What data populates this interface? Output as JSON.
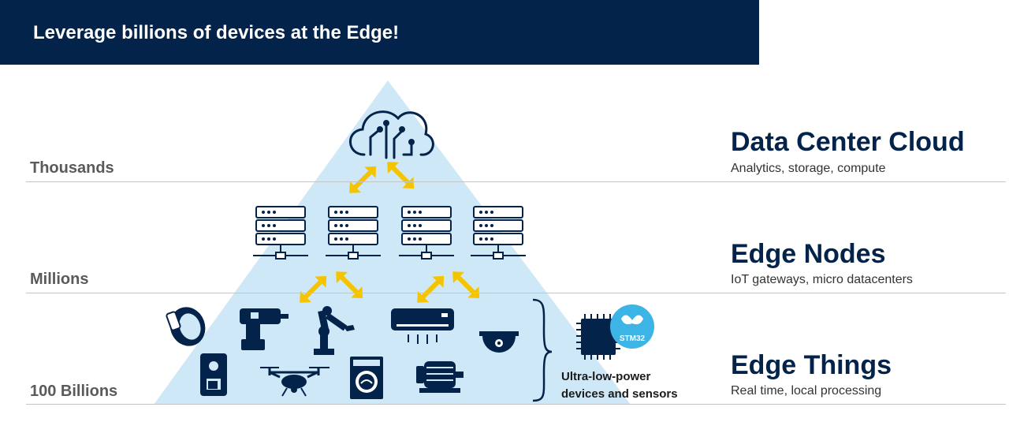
{
  "header": {
    "title": "Leverage billions of devices at the Edge!"
  },
  "tiers": [
    {
      "count_label": "Thousands",
      "title": "Data Center Cloud",
      "subtitle": "Analytics, storage, compute"
    },
    {
      "count_label": "Millions",
      "title": "Edge Nodes",
      "subtitle": "IoT gateways,  micro datacenters"
    },
    {
      "count_label": "100 Billions",
      "title": "Edge Things",
      "subtitle": "Real time, local processing"
    }
  ],
  "device_group": {
    "line1": "Ultra-low-power",
    "line2": "devices and sensors",
    "chip_badge": "STM32"
  },
  "colors": {
    "header_bg": "#03234b",
    "pyramid": "#cfe8f7",
    "arrow": "#f5c400",
    "icon": "#03234b",
    "badge": "#3cb4e5"
  },
  "icons": [
    "cloud-icon",
    "server-rack-icon",
    "smart-ring-icon",
    "power-drill-icon",
    "robot-arm-icon",
    "air-conditioner-icon",
    "security-camera-icon",
    "coffee-machine-icon",
    "drone-icon",
    "washing-machine-icon",
    "electric-motor-icon",
    "microcontroller-chip-icon"
  ]
}
